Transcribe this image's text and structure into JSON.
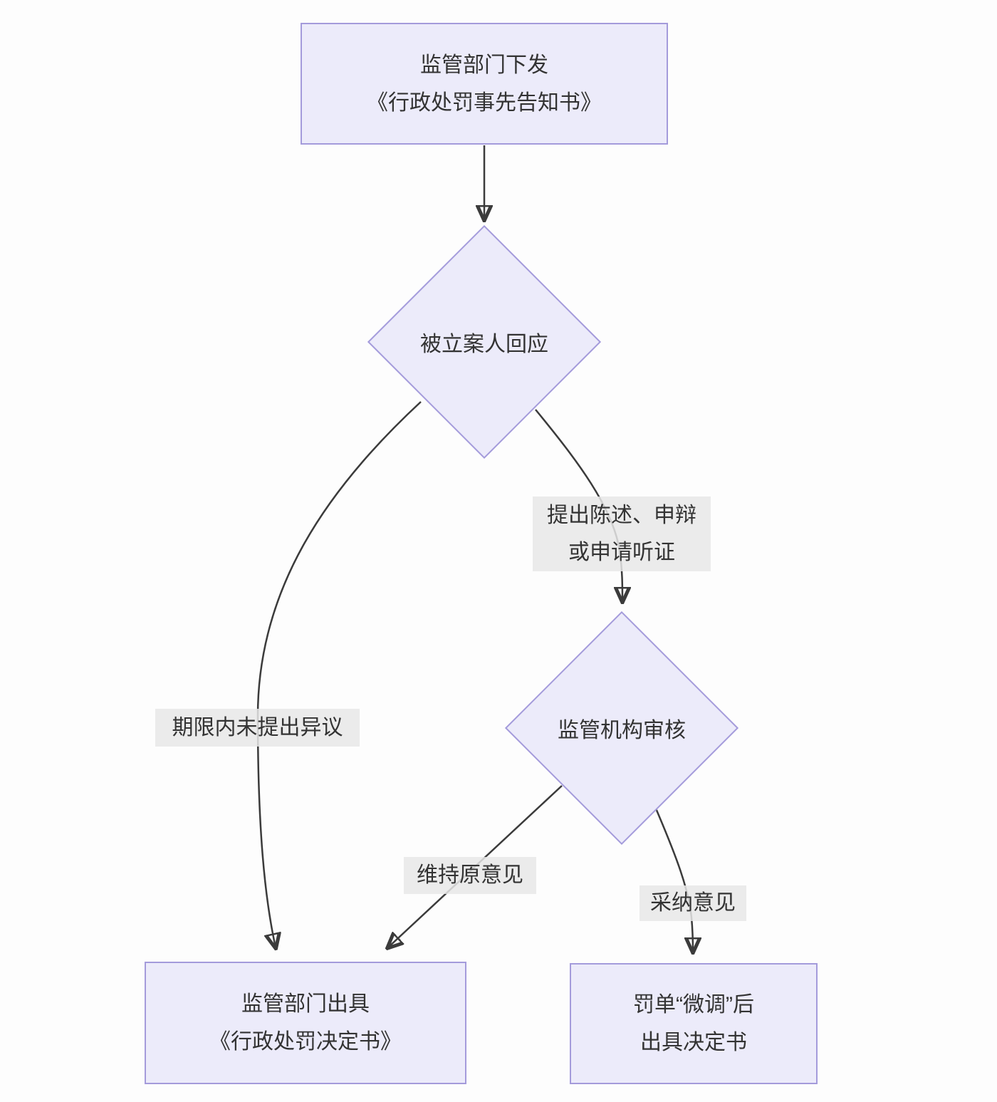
{
  "diagram": {
    "background": "#fdfdfd",
    "node_fill": "#ecebfa",
    "node_border": "#a49bdb",
    "edge_color": "#3b3b3b",
    "edge_label_bg": "#e8e8e8",
    "text_color": "#333333"
  },
  "nodes": {
    "notice": {
      "type": "process",
      "lines": [
        "监管部门下发",
        "《行政处罚事先告知书》"
      ]
    },
    "respond": {
      "type": "decision",
      "label": "被立案人回应"
    },
    "review": {
      "type": "decision",
      "label": "监管机构审核"
    },
    "decision": {
      "type": "process",
      "lines": [
        "监管部门出具",
        "《行政处罚决定书》"
      ]
    },
    "adjusted": {
      "type": "process",
      "lines": [
        "罚单“微调”后",
        "出具决定书"
      ]
    }
  },
  "edge_labels": {
    "no_objection": "期限内未提出异议",
    "statement": {
      "lines": [
        "提出陈述、申辩",
        "或申请听证"
      ]
    },
    "maintain": "维持原意见",
    "adopt": "采纳意见"
  }
}
